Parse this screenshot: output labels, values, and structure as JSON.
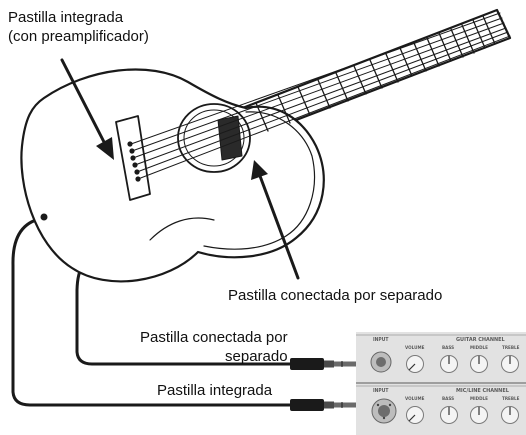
{
  "labels": {
    "builtin_pickup_line1": "Pastilla integrada",
    "builtin_pickup_line2": "(con preamplificador)",
    "separate_pickup": "Pastilla conectada por separado",
    "separate_pickup_wrapped_line1": "Pastilla conectada por",
    "separate_pickup_wrapped_line2": "separado",
    "builtin_pickup_short": "Pastilla integrada"
  },
  "amp_panel": {
    "top_row": {
      "input_label": "INPUT",
      "channel_label": "GUITAR CHANNEL",
      "knobs": [
        "VOLUME",
        "BASS",
        "MIDDLE",
        "TREBLE"
      ]
    },
    "bottom_row": {
      "input_label": "INPUT",
      "channel_label": "MIC/LINE CHANNEL",
      "knobs": [
        "VOLUME",
        "BASS",
        "MIDDLE",
        "TREBLE"
      ]
    }
  },
  "colors": {
    "line": "#1a1a1a",
    "guitar_fill": "#ffffff",
    "panel": "#e2e2e2",
    "panel_text": "#5a5a5a"
  }
}
